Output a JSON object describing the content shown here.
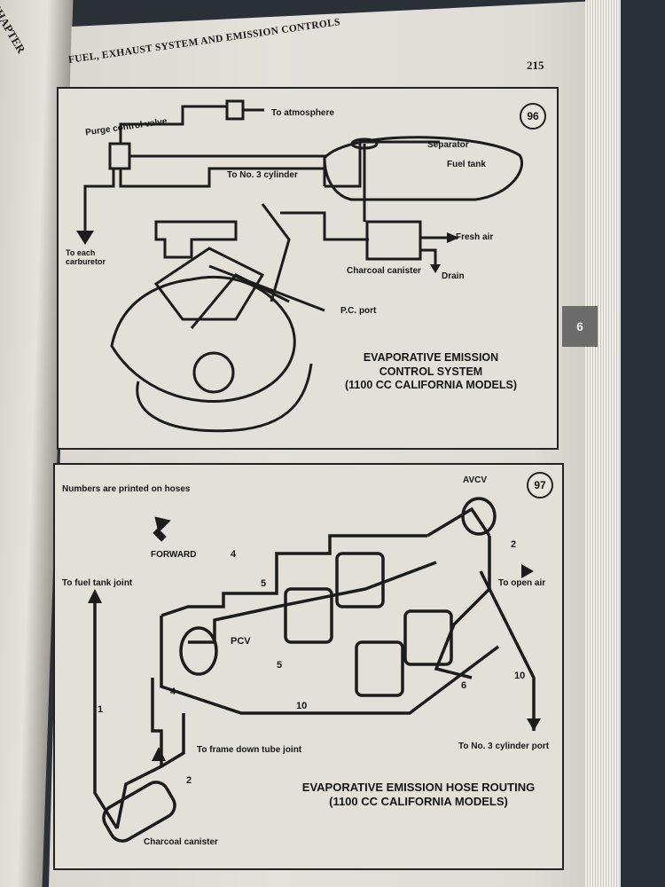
{
  "page": {
    "running_head": "FUEL, EXHAUST SYSTEM AND EMISSION CONTROLS",
    "page_number": "215",
    "chapter_tab": "6",
    "left_page_fragment": "CHAPTER S"
  },
  "figure96": {
    "number": "96",
    "labels": {
      "purge_valve": "Purge control valve",
      "atmosphere": "To atmosphere",
      "separator": "Separator",
      "fuel_tank": "Fuel tank",
      "cylinder3": "To No. 3 cylinder",
      "carburetor": "To each carburetor",
      "fresh_air": "Fresh air",
      "canister": "Charcoal canister",
      "drain": "Drain",
      "pc_port": "P.C. port"
    },
    "caption": [
      "EVAPORATIVE EMISSION",
      "CONTROL SYSTEM",
      "(1100 CC CALIFORNIA MODELS)"
    ]
  },
  "figure97": {
    "number": "97",
    "labels": {
      "hose_note": "Numbers are printed on hoses",
      "avcv": "AVCV",
      "forward": "FORWARD",
      "fuel_tank_joint": "To fuel tank joint",
      "open_air": "To open air",
      "pcv": "PCV",
      "frame_joint": "To frame down tube joint",
      "cyl3_port": "To No. 3 cylinder port",
      "canister": "Charcoal canister"
    },
    "hose_numbers": [
      "4",
      "5",
      "2",
      "5",
      "4",
      "1",
      "10",
      "6",
      "10",
      "2"
    ],
    "caption": [
      "EVAPORATIVE EMISSION HOSE ROUTING",
      "(1100 CC CALIFORNIA MODELS)"
    ]
  }
}
